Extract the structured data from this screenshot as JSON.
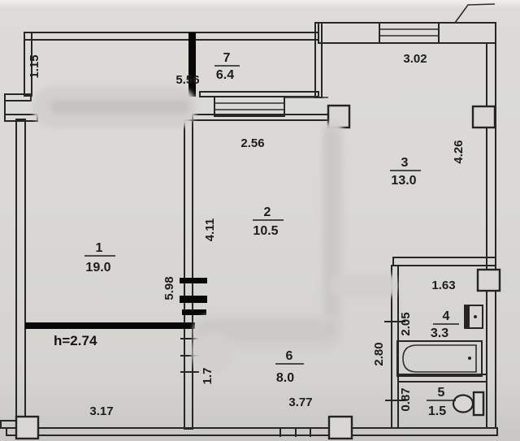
{
  "document": {
    "kind": "apartment-floor-plan"
  },
  "colors": {
    "paper": "#d8d7d4",
    "ink": "#262626",
    "marker": "#070707",
    "redaction": "#cfcecb"
  },
  "rooms": {
    "r1": {
      "number": "1",
      "area": "19.0"
    },
    "r2": {
      "number": "2",
      "area": "10.5"
    },
    "r3": {
      "number": "3",
      "area": "13.0"
    },
    "r4": {
      "number": "4",
      "area": "3.3"
    },
    "r5": {
      "number": "5",
      "area": "1.5"
    },
    "r6": {
      "number": "6",
      "area": "8.0"
    },
    "r7": {
      "number": "7",
      "area": "6.4"
    }
  },
  "dims": {
    "left_top": "1.15",
    "top_left_width": "5.56",
    "top_right_width": "3.02",
    "room2_width": "2.56",
    "room2_height": "4.11",
    "room3_height": "4.26",
    "room1_wall": "5.98",
    "ceiling_height": "h=2.74",
    "door_wall": "1.7",
    "room1_width": "3.17",
    "room6_width": "3.77",
    "hall_height": "2.80",
    "bath_width": "1.63",
    "bath_height": "2.05",
    "wc_height": "0.87"
  },
  "fixtures": {
    "bath": "bathtub",
    "wc": "toilet",
    "basin": "washbasin"
  }
}
